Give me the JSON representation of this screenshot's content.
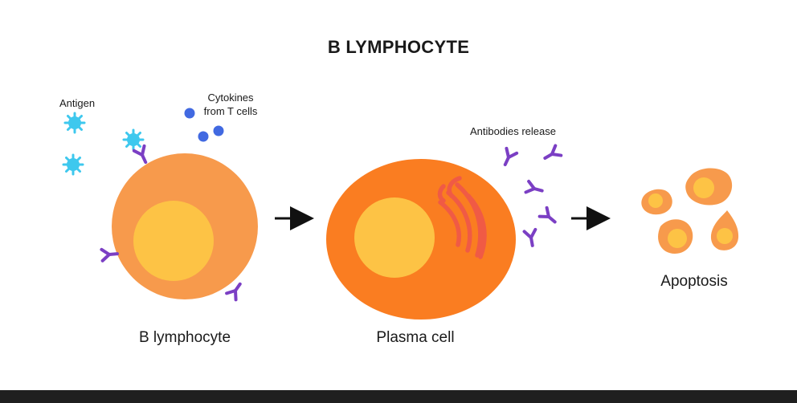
{
  "title": "B LYMPHOCYTE",
  "labels": {
    "antigen": "Antigen",
    "cytokines_line1": "Cytokines",
    "cytokines_line2": "from T cells",
    "antibodies_release": "Antibodies release",
    "b_lymphocyte": "B lymphocyte",
    "plasma_cell": "Plasma cell",
    "apoptosis": "Apoptosis"
  },
  "colors": {
    "cell_outer": "#F79A4C",
    "cell_nucleus": "#FDC345",
    "plasma_outer": "#FA7D21",
    "golgi": "#F05A45",
    "antibody": "#7B3FC4",
    "antigen": "#3EC8EE",
    "cytokine": "#4169E1",
    "arrow": "#111111"
  }
}
